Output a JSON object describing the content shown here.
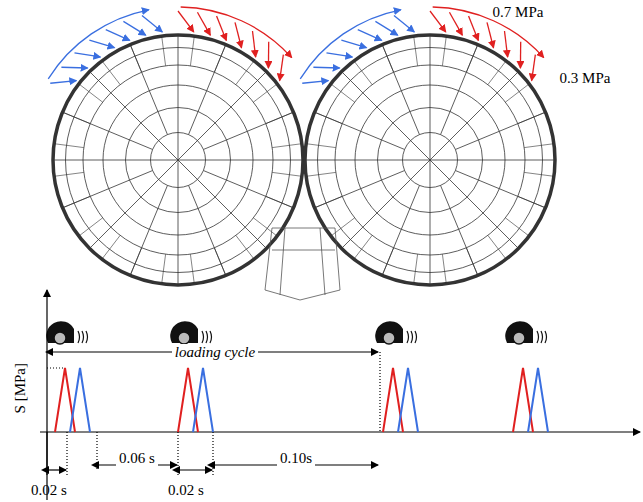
{
  "diagram": {
    "labels": [
      "0.7 MPa",
      "0.3 MPa",
      "S [MPa]",
      "loading cycle",
      "0.02 s",
      "0.06 s",
      "0.02 s",
      "0.10s"
    ]
  }
}
